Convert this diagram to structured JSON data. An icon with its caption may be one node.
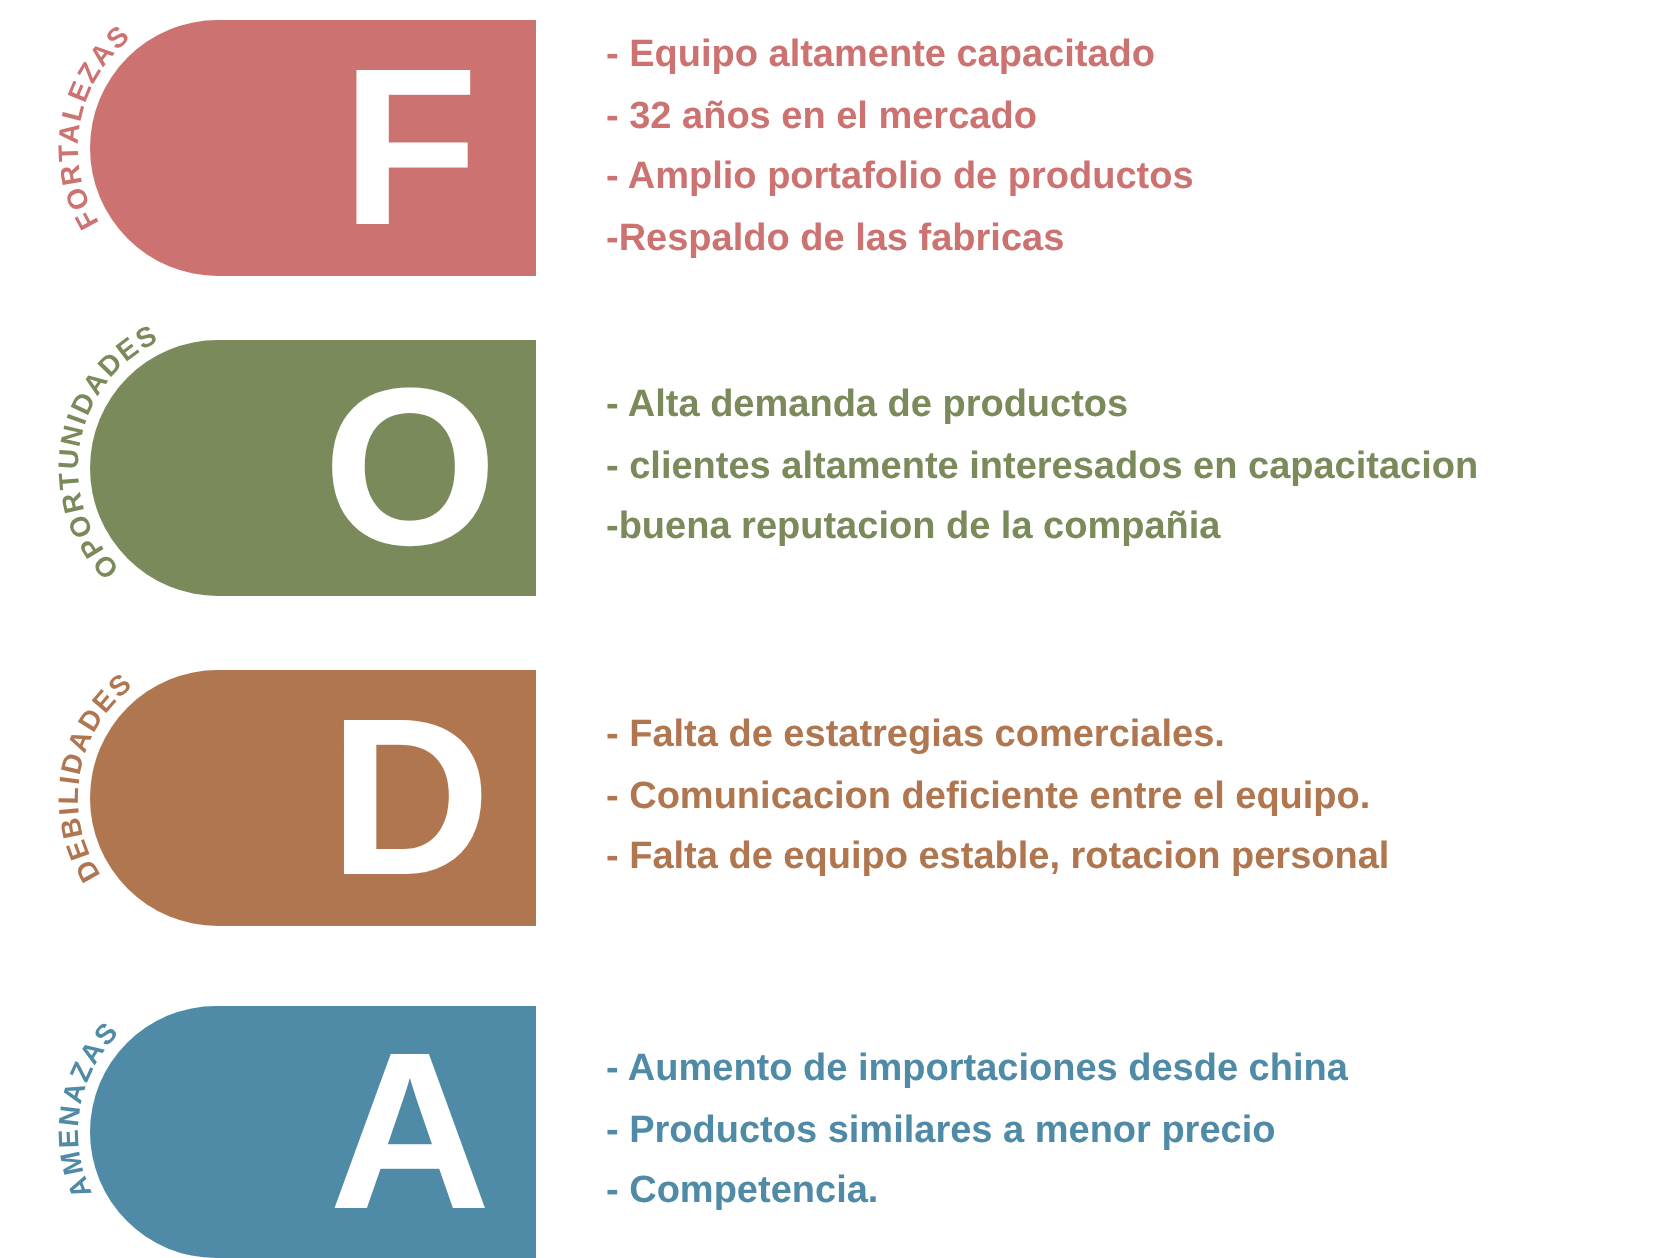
{
  "diagram": {
    "nodes": [
      {
        "text": [
          "FORTALEZAS",
          "F"
        ],
        "beside": [
          "- Equipo altamente capacitado",
          "- 32 años en el mercado",
          "- Amplio portafolio de productos",
          "-Respaldo de las fabricas"
        ]
      },
      {
        "text": [
          "OPORTUNIDADES",
          "O"
        ],
        "beside": [
          "- Alta demanda de productos",
          "- clientes altamente interesados en capacitacion",
          "-buena reputacion de la compañia"
        ]
      },
      {
        "text": [
          "DEBILIDADES",
          "D"
        ],
        "beside": [
          "- Falta de estatregias comerciales.",
          "- Comunicacion deficiente entre el equipo.",
          "- Falta de equipo estable, rotacion personal"
        ]
      },
      {
        "text": [
          "AMENAZAS",
          "A"
        ],
        "beside": [
          "- Aumento de importaciones desde china",
          "- Productos similares a menor precio",
          "- Competencia."
        ]
      }
    ]
  }
}
